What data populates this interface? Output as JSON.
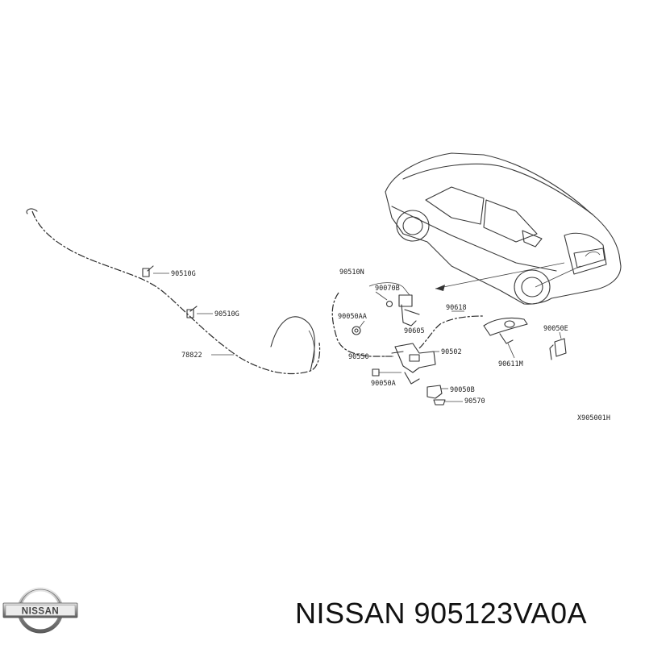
{
  "diagram": {
    "drawing_code": "X905001H",
    "callouts": {
      "c_90510G_a": "90510G",
      "c_90510G_b": "90510G",
      "c_78822": "78822",
      "c_90510N": "90510N",
      "c_90070B": "90070B",
      "c_90050AA": "90050AA",
      "c_90605": "90605",
      "c_90618": "90618",
      "c_90550": "90550",
      "c_90502": "90502",
      "c_90050A": "90050A",
      "c_90050B": "90050B",
      "c_90570": "90570",
      "c_90611M": "90611M",
      "c_90050E": "90050E"
    }
  },
  "brand": {
    "logo_text": "NISSAN",
    "logo_icon": "nissan-logo-icon"
  },
  "caption": {
    "text": "NISSAN 905123VA0A"
  }
}
